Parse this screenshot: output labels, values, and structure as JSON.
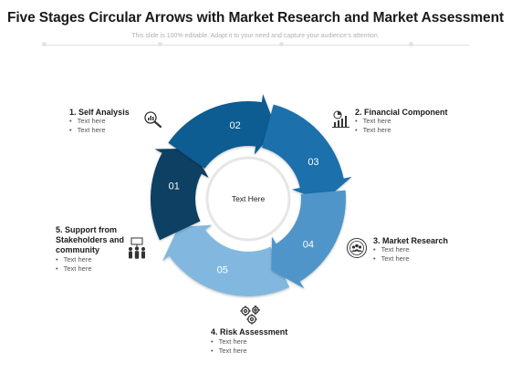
{
  "header": {
    "title": "Five Stages Circular Arrows with Market Research and Market Assessment",
    "subtitle": "This slide is 100% editable. Adapt it to your need and capture your audience’s attention."
  },
  "center_label": "Text Here",
  "stages": [
    {
      "number": "01",
      "label": "1. Self Analysis",
      "bullets": [
        "Text here",
        "Text here"
      ],
      "icon": "magnifier-chart-icon",
      "color": "#113f62"
    },
    {
      "number": "02",
      "label": "2. Financial Component",
      "bullets": [
        "Text here",
        "Text here"
      ],
      "icon": "bar-chart-pie-icon",
      "color": "#0b5b92"
    },
    {
      "number": "03",
      "label": "3. Market Research",
      "bullets": [
        "Text here",
        "Text here"
      ],
      "icon": "target-people-icon",
      "color": "#1a6fac"
    },
    {
      "number": "04",
      "label": "4. Risk Assessment",
      "bullets": [
        "Text here",
        "Text here"
      ],
      "icon": "gears-icon",
      "color": "#4f95c9"
    },
    {
      "number": "05",
      "label": "5. Support from Stakeholders and community",
      "bullets": [
        "Text here",
        "Text here"
      ],
      "icon": "group-presentation-icon",
      "color": "#82b8df"
    }
  ]
}
